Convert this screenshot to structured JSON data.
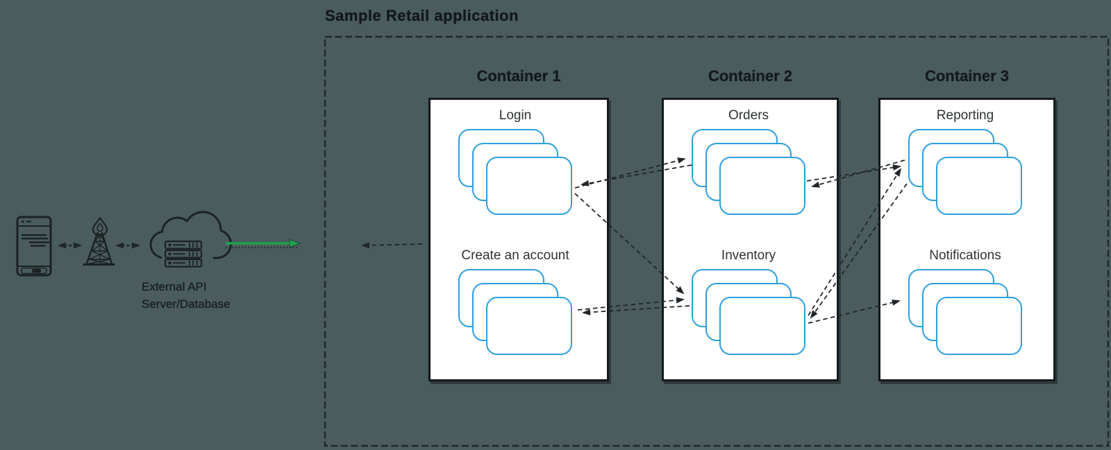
{
  "title": "Sample Retail application",
  "external_system": {
    "label_line1": "External API",
    "label_line2": "Server/Database",
    "icons": [
      {
        "name": "mobile-phone-icon"
      },
      {
        "name": "radio-tower-icon"
      },
      {
        "name": "cloud-server-icon"
      }
    ]
  },
  "containers": [
    {
      "title": "Container 1",
      "services": [
        {
          "label": "Login"
        },
        {
          "label": "Create an account"
        }
      ]
    },
    {
      "title": "Container 2",
      "services": [
        {
          "label": "Orders"
        },
        {
          "label": "Inventory"
        }
      ]
    },
    {
      "title": "Container 3",
      "services": [
        {
          "label": "Reporting"
        },
        {
          "label": "Notifications"
        }
      ]
    }
  ],
  "colors": {
    "background": "#4A5C5E",
    "container_fill": "#FFFFFF",
    "container_border": "#15191B",
    "service_card_outline": "#2B9FE0",
    "connector": "#20262A",
    "success_arrow_green": "#1FA24C"
  }
}
